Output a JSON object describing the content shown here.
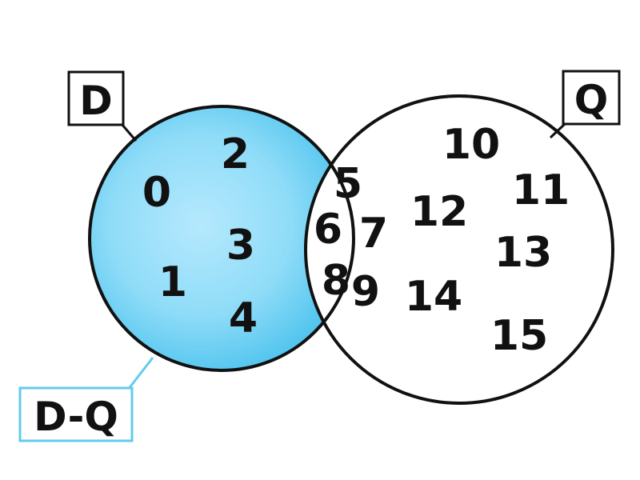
{
  "labels": {
    "set_d": "D",
    "set_q": "Q",
    "difference": "D-Q"
  },
  "regions": {
    "d_only": [
      "0",
      "1",
      "2",
      "3",
      "4"
    ],
    "intersection": [
      "5",
      "6",
      "7",
      "8",
      "9"
    ],
    "q_only": [
      "10",
      "11",
      "12",
      "13",
      "14",
      "15"
    ]
  },
  "colors": {
    "highlight": "#59c9ef",
    "highlight_light": "#a6e4fb",
    "difference_label_border": "#62cbee",
    "outline": "#111111"
  }
}
